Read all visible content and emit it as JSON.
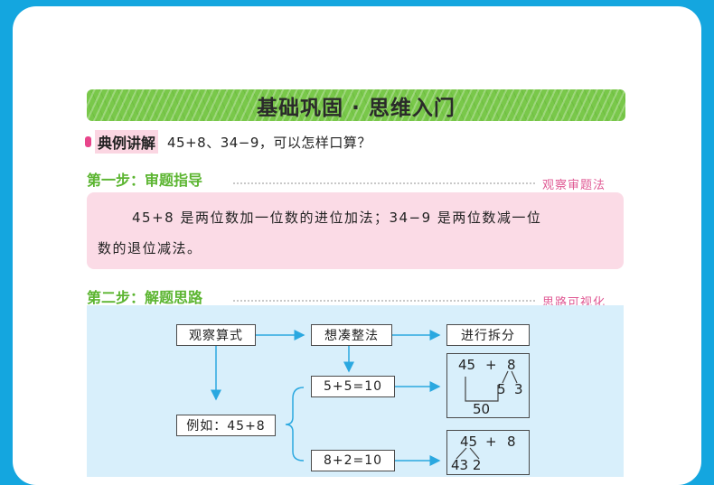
{
  "banner": {
    "title": "基础巩固 · 思维入门"
  },
  "example": {
    "label": "典例讲解",
    "question": "45+8、34−9，可以怎样口算？"
  },
  "step1": {
    "title": "第一步：审题指导",
    "tag": "观察审题法",
    "text_line1": "45+8 是两位数加一位数的进位加法；34−9 是两位数减一位",
    "text_line2": "数的退位减法。"
  },
  "step2": {
    "title": "第二步：解题思路",
    "tag": "思路可视化",
    "flow": {
      "observe": "观察算式",
      "method": "想凑整法",
      "split": "进行拆分",
      "example": "例如：45+8",
      "calc1": "5+5=10",
      "calc2": "8+2=10"
    },
    "split1": {
      "top_a": "45",
      "plus": "+",
      "top_b": "8",
      "part_a": "5",
      "part_b": "3",
      "result": "50"
    },
    "split2": {
      "top_a": "45",
      "plus": "+",
      "top_b": "8",
      "partial": "43 2"
    }
  }
}
